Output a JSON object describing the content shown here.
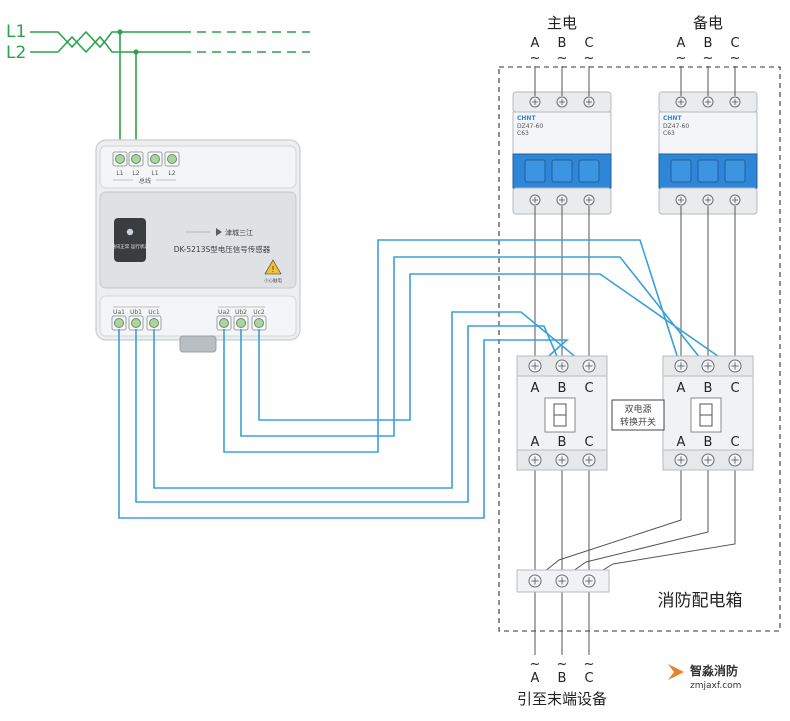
{
  "power_lines": {
    "l1": "L1",
    "l2": "L2"
  },
  "supplies": {
    "main": {
      "title": "主电",
      "phases": [
        "A",
        "B",
        "C"
      ],
      "brand": "CHNT",
      "model": "DZ47-60",
      "rating": "C63"
    },
    "backup": {
      "title": "备电",
      "phases": [
        "A",
        "B",
        "C"
      ],
      "brand": "CHNT",
      "model": "DZ47-60",
      "rating": "C63"
    }
  },
  "sensor": {
    "name": "DK-5213S型电压信号传感器",
    "brand": "津城三江",
    "indicator_text": "通讯正常 运行状态",
    "warning_text": "小心触电",
    "top_terminals": [
      "L1",
      "L2",
      "L1",
      "L2"
    ],
    "top_terminal_caption": "总线",
    "bottom_terminals_left": [
      "Ua1",
      "Ub1",
      "Uc1"
    ],
    "bottom_terminals_right": [
      "Ua2",
      "Ub2",
      "Uc2"
    ]
  },
  "ats": {
    "label_line1": "双电源",
    "label_line2": "转换开关",
    "phases": [
      "A",
      "B",
      "C"
    ]
  },
  "cabinet_label": "消防配电箱",
  "output": {
    "phases": [
      "A",
      "B",
      "C"
    ],
    "label": "引至末端设备"
  },
  "watermark": {
    "cn": "智淼消防",
    "url": "zmjaxf.com"
  },
  "colors": {
    "bus": "#2aa34a",
    "signal": "#3aa0d8",
    "wire": "#555555",
    "breaker_blue": "#2f86d6",
    "cabinet_dash": "#333333"
  }
}
